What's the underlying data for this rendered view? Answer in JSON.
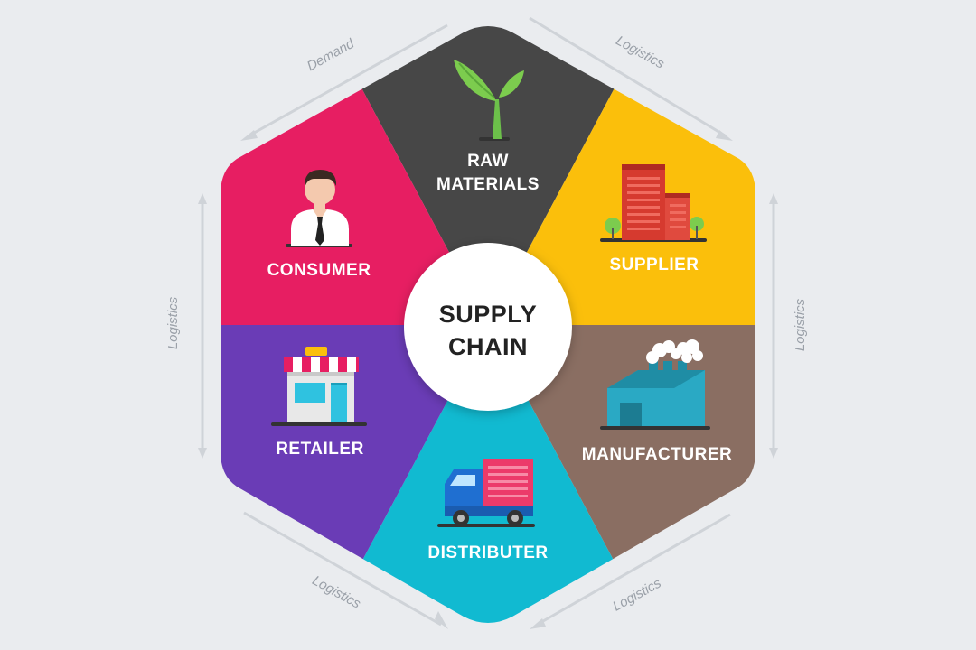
{
  "center": {
    "line1": "SUPPLY",
    "line2": "CHAIN"
  },
  "segments": [
    {
      "id": "raw-materials",
      "line1": "RAW",
      "line2": "MATERIALS",
      "color": "#474747",
      "icon": "plant-icon"
    },
    {
      "id": "supplier",
      "line1": "SUPPLIER",
      "color": "#fbbf0b",
      "icon": "building-icon"
    },
    {
      "id": "manufacturer",
      "line1": "MANUFACTURER",
      "color": "#8a6e62",
      "icon": "factory-icon"
    },
    {
      "id": "distributer",
      "line1": "DISTRIBUTER",
      "color": "#11bad1",
      "icon": "truck-icon"
    },
    {
      "id": "retailer",
      "line1": "RETAILER",
      "color": "#6a3cb6",
      "icon": "store-icon"
    },
    {
      "id": "consumer",
      "line1": "CONSUMER",
      "color": "#e71e62",
      "icon": "person-icon"
    }
  ],
  "flows": [
    {
      "id": "demand",
      "label": "Demand"
    },
    {
      "id": "logistics-top-right",
      "label": "Logistics"
    },
    {
      "id": "logistics-right",
      "label": "Logistics"
    },
    {
      "id": "logistics-bottom-right",
      "label": "Logistics"
    },
    {
      "id": "logistics-bottom-left",
      "label": "Logistics"
    },
    {
      "id": "logistics-left",
      "label": "Logistics"
    }
  ]
}
